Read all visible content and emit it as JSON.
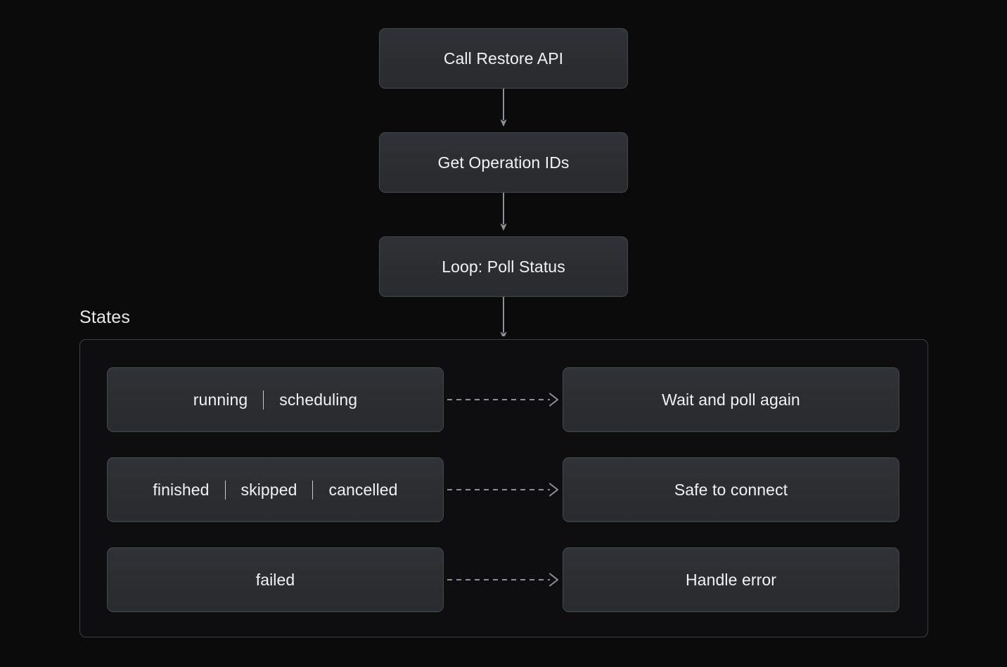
{
  "diagram": {
    "background_color": "#0b0b0c",
    "node_fill_color": "#2b2d31",
    "node_border_color": "#45484e",
    "edge_color": "#8d9094",
    "text_color": "#f2f2f4",
    "flow_nodes": [
      {
        "id": "call-restore",
        "label": "Call Restore API"
      },
      {
        "id": "get-ops",
        "label": "Get Operation IDs"
      },
      {
        "id": "loop-poll",
        "label": "Loop: Poll Status"
      }
    ],
    "subgraph": {
      "title": "States",
      "rows": [
        {
          "id": "running",
          "states": [
            "running",
            "scheduling"
          ],
          "separator": "|",
          "action": "Wait and poll again"
        },
        {
          "id": "finished",
          "states": [
            "finished",
            "skipped",
            "cancelled"
          ],
          "separator": "|",
          "action": "Safe to connect"
        },
        {
          "id": "failed",
          "states": [
            "failed"
          ],
          "separator": "|",
          "action": "Handle error"
        }
      ]
    },
    "edges": [
      {
        "id": "call-to-get",
        "style": "solid",
        "direction": "down"
      },
      {
        "id": "get-to-loop",
        "style": "solid",
        "direction": "down"
      },
      {
        "id": "loop-to-states",
        "style": "solid",
        "direction": "down"
      },
      {
        "id": "running-to-wait",
        "style": "dashed",
        "direction": "right"
      },
      {
        "id": "finished-to-safe",
        "style": "dashed",
        "direction": "right"
      },
      {
        "id": "failed-to-error",
        "style": "dashed",
        "direction": "right"
      }
    ]
  }
}
